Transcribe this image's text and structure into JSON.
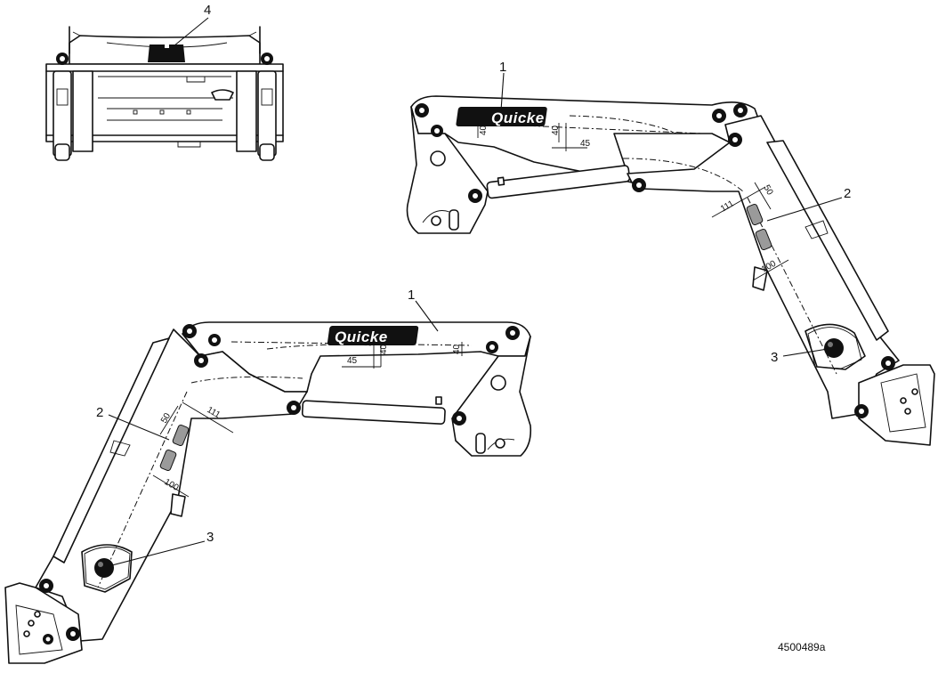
{
  "drawing": {
    "brand_text": "Quicke",
    "reference_number": "4500489a",
    "callouts": {
      "one": "1",
      "two": "2",
      "three": "3",
      "four": "4"
    },
    "dimensions": {
      "d40": "40",
      "d45": "45",
      "d50": "50",
      "d111": "111",
      "d100": "100"
    }
  }
}
